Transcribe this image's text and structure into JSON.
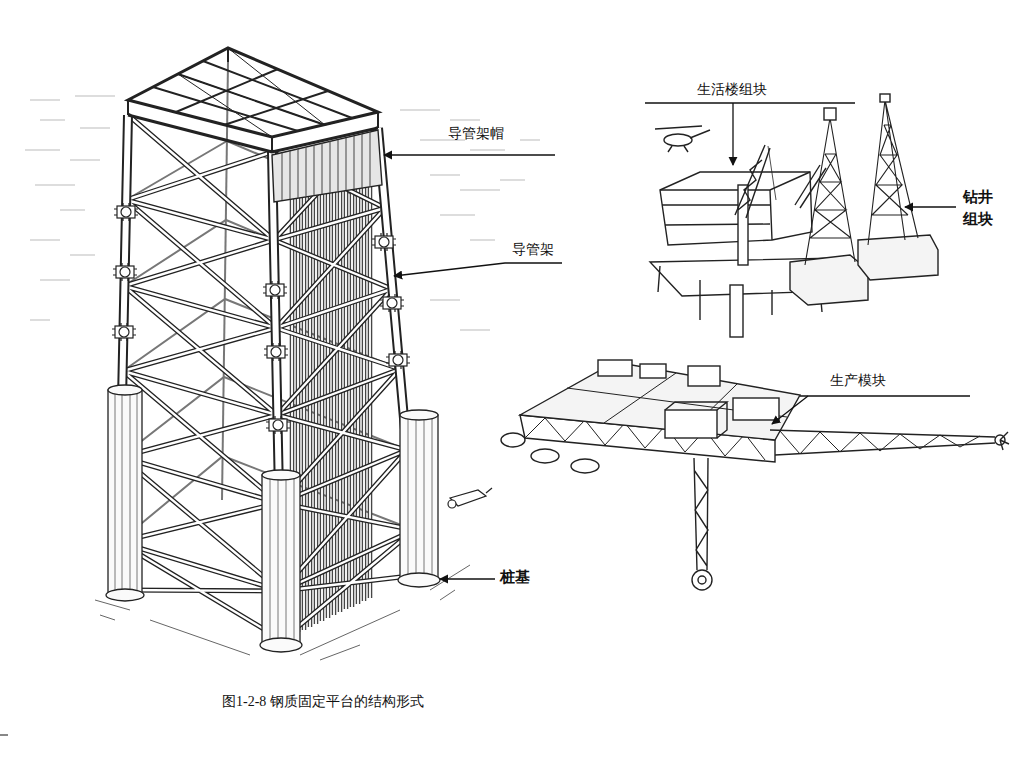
{
  "diagram": {
    "caption": "图1-2-8 钢质固定平台的结构形式",
    "labels": [
      "导管架帽",
      "导管架",
      "桩基",
      "生活楼组块",
      "钻井 组块",
      "生产模块"
    ]
  }
}
